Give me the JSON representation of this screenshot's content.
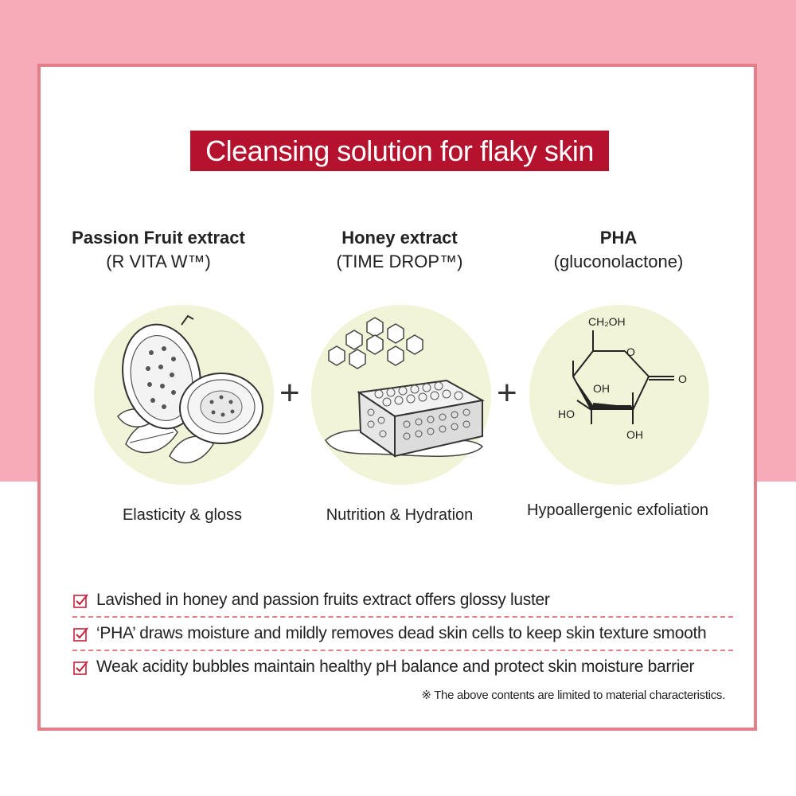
{
  "title": "Cleansing solution for flaky skin",
  "ingredients": [
    {
      "name": "Passion Fruit extract",
      "sub": "(R VITA W™)",
      "benefit": "Elasticity & gloss",
      "icon": "passion-fruit-icon"
    },
    {
      "name": "Honey extract",
      "sub": "(TIME DROP™)",
      "benefit": "Nutrition & Hydration",
      "icon": "honeycomb-icon"
    },
    {
      "name": "PHA",
      "sub": "(gluconolactone)",
      "benefit": "Hypoallergenic exfoliation",
      "icon": "gluconolactone-structure-icon"
    }
  ],
  "plus": "+",
  "molecule": {
    "ch2oh": "CH₂OH",
    "o_ring": "O",
    "o_carbonyl": "O",
    "oh1": "OH",
    "oh2": "HO",
    "oh3": "OH"
  },
  "features": [
    "Lavished in honey and passion fruits extract offers glossy luster",
    "‘PHA’ draws moisture and mildly removes dead skin cells to keep skin texture smooth",
    "Weak acidity bubbles maintain healthy pH balance and protect skin moisture barrier"
  ],
  "note": "※ The above contents are limited to material characteristics.",
  "colors": {
    "background_pink": "#f7aab8",
    "border": "#e27f89",
    "title_bg": "#b5122d",
    "circle": "#f1f4d7"
  }
}
